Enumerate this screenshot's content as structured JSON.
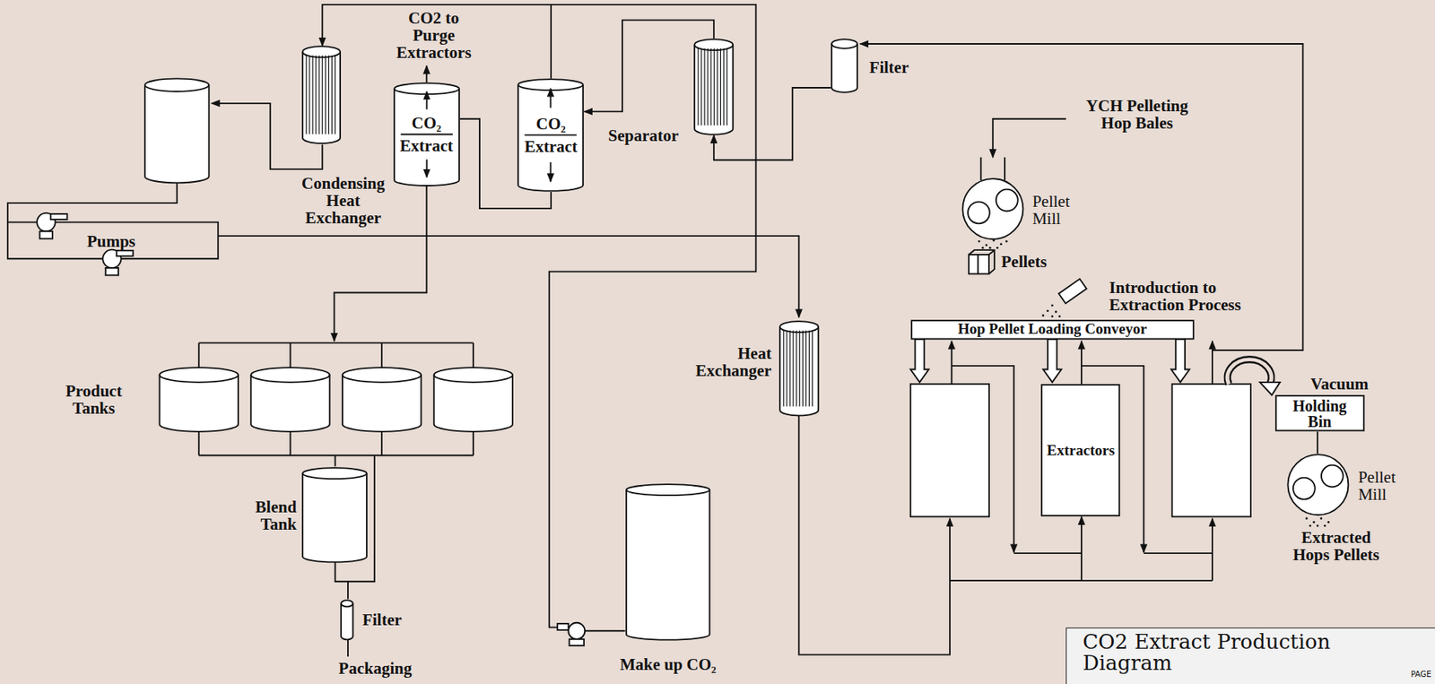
{
  "diagram": {
    "title": "CO2 Extract Production Diagram",
    "nodes": [
      {
        "text": [
          "Condensing Heat Exchanger"
        ]
      },
      {
        "text": [
          "CO₂ Extract"
        ]
      },
      {
        "text": [
          "CO₂ Extract"
        ]
      },
      {
        "text": [
          "Separator"
        ]
      },
      {
        "text": [
          "Filter"
        ]
      },
      {
        "text": [
          "Pellet Mill"
        ]
      },
      {
        "text": [
          "Pellets"
        ]
      },
      {
        "text": [
          "Hop Pellet Loading Conveyor"
        ]
      },
      {
        "text": [
          "Extractors"
        ]
      },
      {
        "text": [
          "Holding Bin"
        ]
      },
      {
        "text": [
          "Pellet Mill"
        ]
      },
      {
        "text": [
          "Heat Exchanger"
        ]
      },
      {
        "text": [
          "Blend Tank"
        ]
      },
      {
        "text": [
          "Filter"
        ]
      },
      {
        "text": [
          "Make up CO₂"
        ]
      }
    ],
    "edges": [
      {
        "from": 2,
        "to": 0,
        "arrow": "to"
      },
      {
        "from": 3,
        "to": 2,
        "arrow": "to"
      },
      {
        "from": 4,
        "to": 3,
        "arrow": "to"
      },
      {
        "from": 1,
        "to": 2,
        "arrow": "none"
      },
      {
        "from": 11,
        "to": 8,
        "arrow": "to"
      },
      {
        "from": 9,
        "to": 10,
        "arrow": "none"
      },
      {
        "from": 12,
        "to": 13,
        "arrow": "none"
      }
    ],
    "labels": [
      "CO2 to Purge Extractors",
      "YCH Pelleting Hop Bales",
      "Introduction to Extraction Process",
      "Vacuum",
      "Extracted Hops Pellets",
      "Pumps",
      "Product Tanks",
      "Packaging",
      "PAGE"
    ]
  }
}
